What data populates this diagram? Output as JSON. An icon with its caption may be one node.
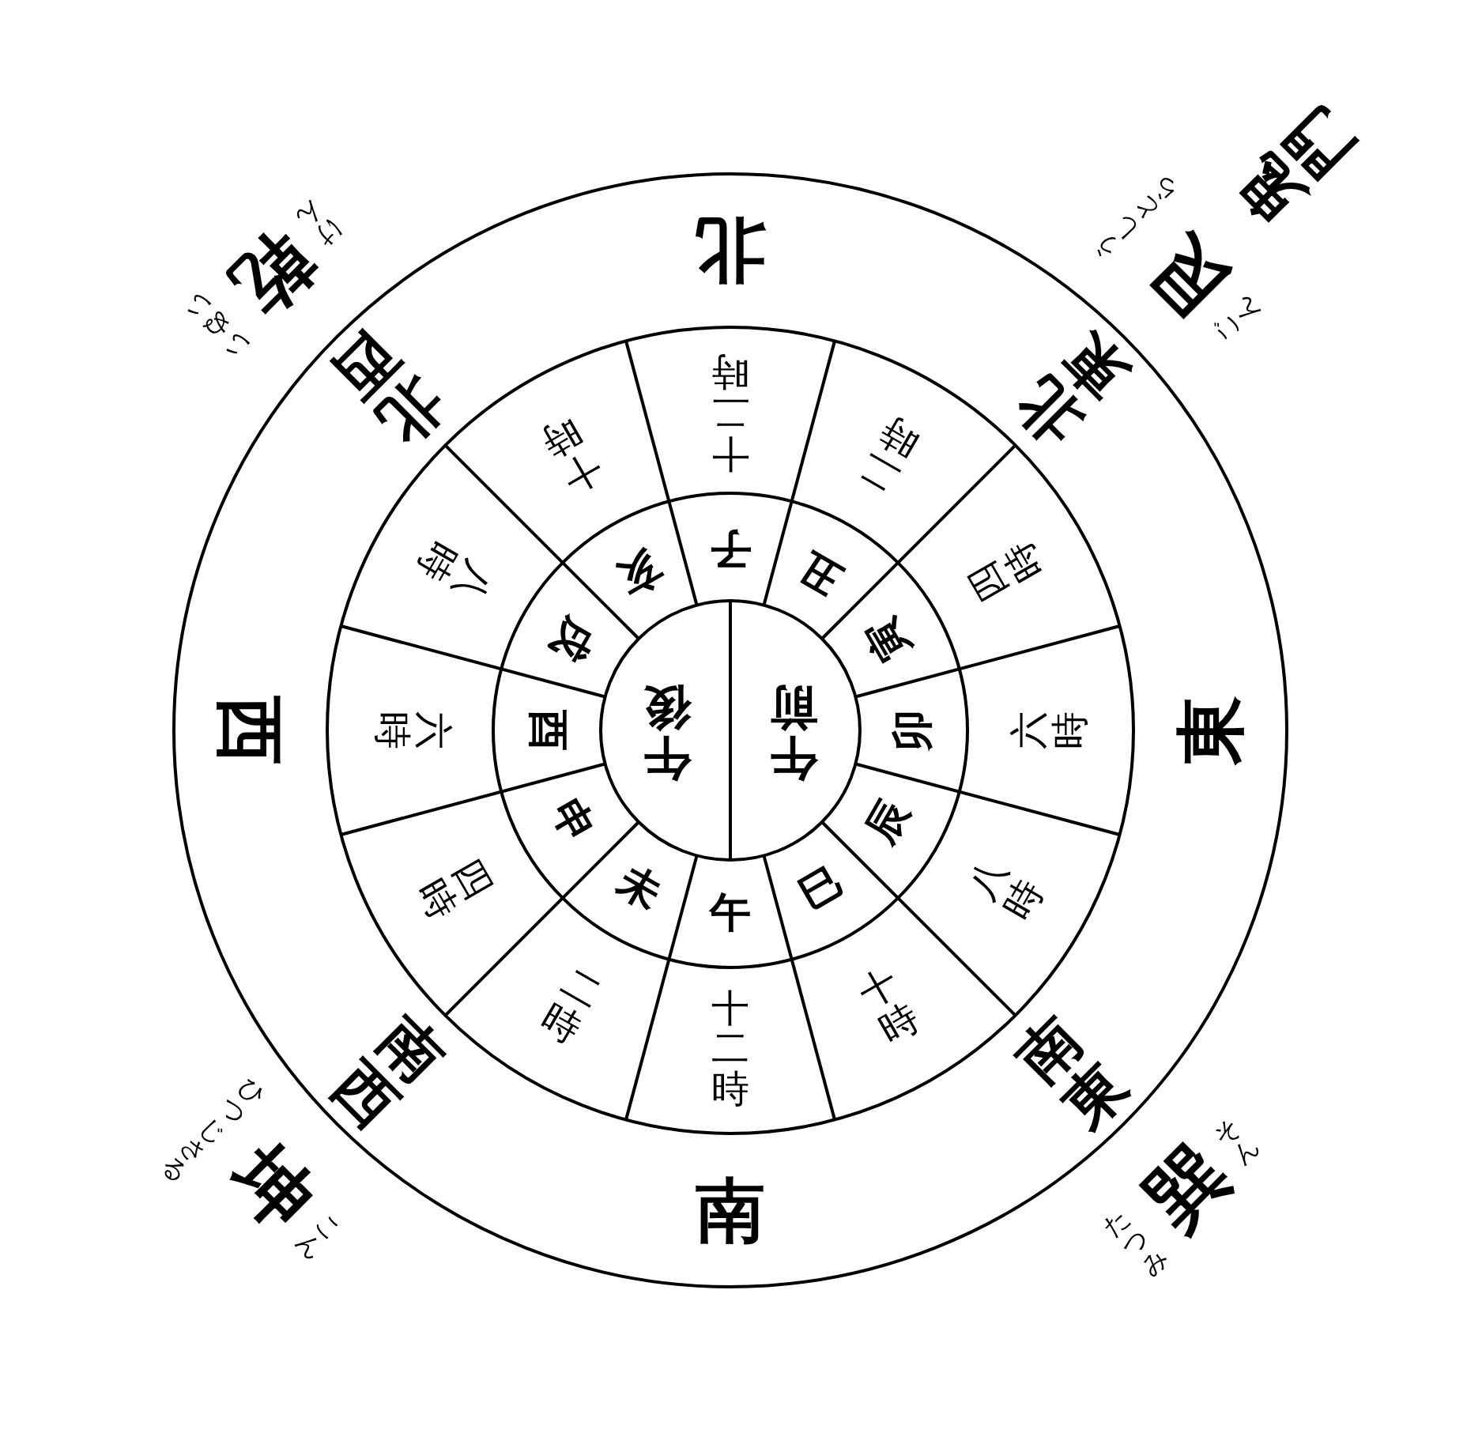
{
  "diagram": {
    "nodes": [
      {
        "text": [
          "十二時"
        ]
      },
      {
        "text": [
          "二時"
        ]
      },
      {
        "text": [
          "四時"
        ]
      },
      {
        "text": [
          "六時"
        ]
      },
      {
        "text": [
          "八時"
        ]
      },
      {
        "text": [
          "十時"
        ]
      },
      {
        "text": [
          "十二時"
        ]
      },
      {
        "text": [
          "二時"
        ]
      },
      {
        "text": [
          "四時"
        ]
      },
      {
        "text": [
          "六時"
        ]
      },
      {
        "text": [
          "八時"
        ]
      },
      {
        "text": [
          "十時"
        ]
      },
      {
        "text": [
          "子"
        ]
      },
      {
        "text": [
          "丑"
        ]
      },
      {
        "text": [
          "寅"
        ]
      },
      {
        "text": [
          "卯"
        ]
      },
      {
        "text": [
          "辰"
        ]
      },
      {
        "text": [
          "巳"
        ]
      },
      {
        "text": [
          "午"
        ]
      },
      {
        "text": [
          "未"
        ]
      },
      {
        "text": [
          "申"
        ]
      },
      {
        "text": [
          "酉"
        ]
      },
      {
        "text": [
          "戌"
        ]
      },
      {
        "text": [
          "亥"
        ]
      },
      {
        "text": [
          "午前"
        ]
      },
      {
        "text": [
          "午後"
        ]
      }
    ],
    "edges": [],
    "labels": [
      "北",
      "北東",
      "東",
      "南東",
      "南",
      "南西",
      "西",
      "北西",
      "艮",
      "ごん",
      "うしとら",
      "鬼門",
      "巽",
      "そん",
      "たつみ",
      "坤",
      "こん",
      "ひつじさる",
      "乾",
      "けん",
      "いぬい"
    ]
  }
}
